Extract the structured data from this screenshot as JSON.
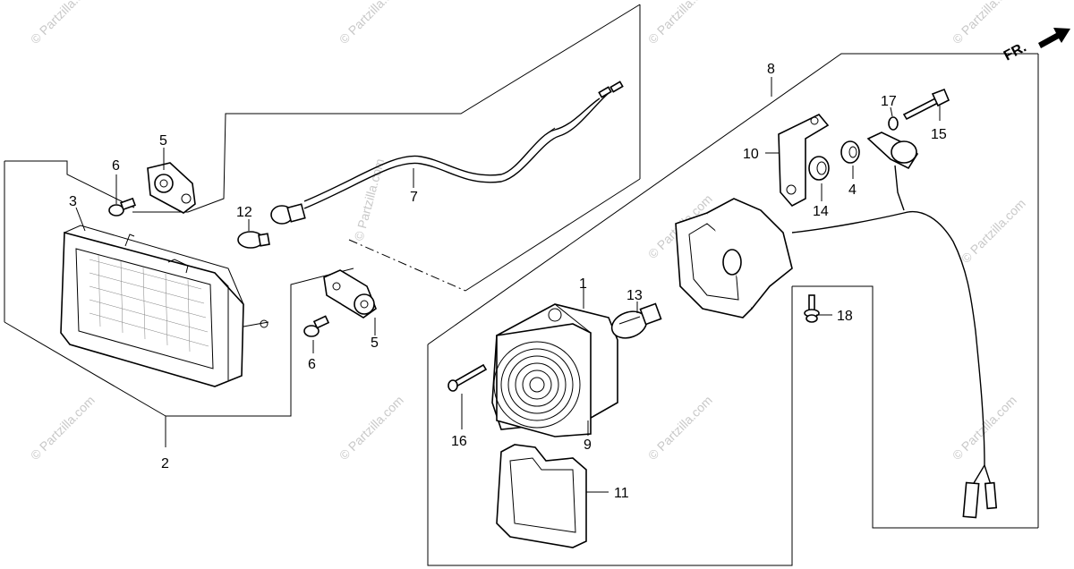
{
  "orientation": {
    "label": "FR."
  },
  "watermark": {
    "text": "© Partzilla.com"
  },
  "callouts": {
    "c1": "1",
    "c2": "2",
    "c3": "3",
    "c4": "4",
    "c5a": "5",
    "c5b": "5",
    "c6a": "6",
    "c6b": "6",
    "c7": "7",
    "c8": "8",
    "c9": "9",
    "c10": "10",
    "c11": "11",
    "c12": "12",
    "c13": "13",
    "c14": "14",
    "c15": "15",
    "c16": "16",
    "c17": "17",
    "c18": "18"
  }
}
